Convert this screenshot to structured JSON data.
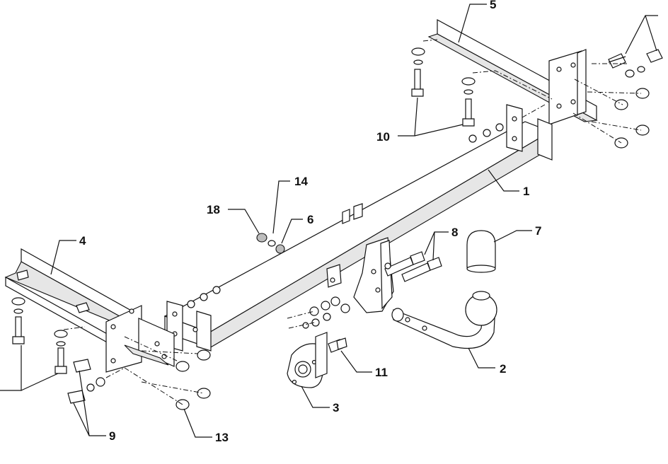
{
  "diagram": {
    "labels": {
      "l1": "1",
      "l2": "2",
      "l3": "3",
      "l4": "4",
      "l5": "5",
      "l6": "6",
      "l7": "7",
      "l8": "8",
      "l9": "9",
      "l10": "10",
      "l11": "11",
      "l13": "13",
      "l14": "14",
      "l18": "18"
    }
  }
}
